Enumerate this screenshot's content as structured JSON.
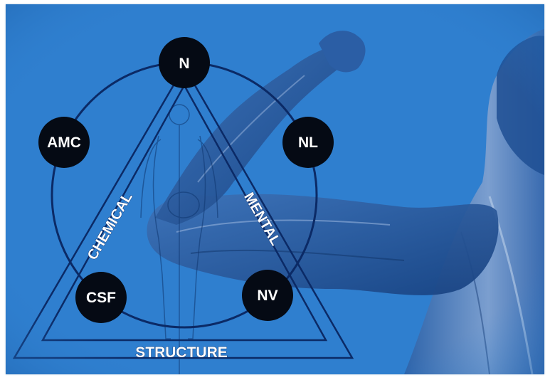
{
  "diagram": {
    "nodes": [
      {
        "id": "n",
        "label": "N"
      },
      {
        "id": "amc",
        "label": "AMC"
      },
      {
        "id": "nl",
        "label": "NL"
      },
      {
        "id": "csf",
        "label": "CSF"
      },
      {
        "id": "nv",
        "label": "NV"
      }
    ],
    "sides": {
      "left": "CHEMICAL",
      "right": "MENTAL",
      "bottom": "STRUCTURE"
    },
    "colors": {
      "background": "#2f7fcf",
      "line": "#0b2a66",
      "node_fill": "#050a14",
      "label": "#ffffff"
    },
    "illustration": [
      "human-figure-silhouette",
      "flexed-arm-muscle-anatomy",
      "shoulder-back-muscle-anatomy"
    ]
  }
}
